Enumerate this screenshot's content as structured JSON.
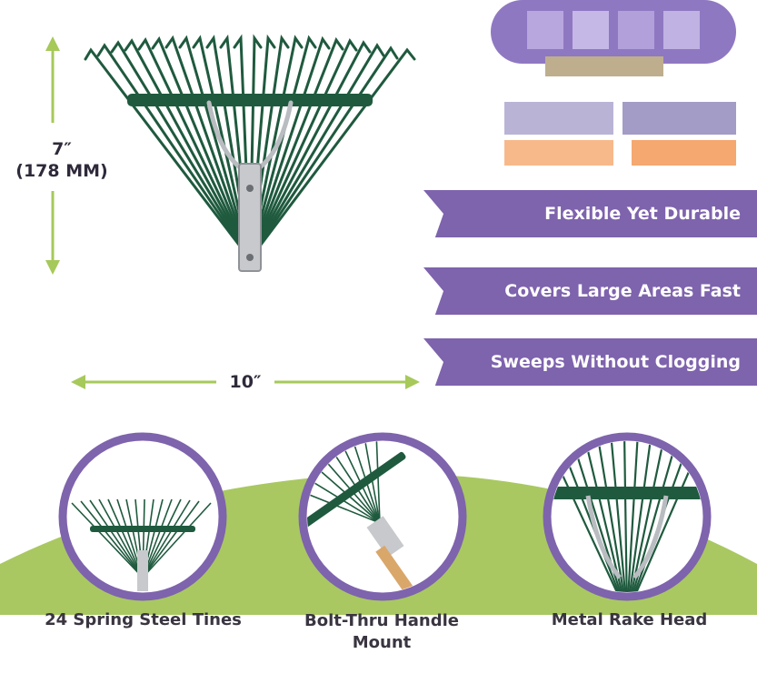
{
  "dimensions": {
    "height_label": "7″",
    "height_sub": "(178 MM)",
    "width_label": "10″"
  },
  "banners": [
    "Flexible Yet Durable",
    "Covers Large Areas Fast",
    "Sweeps Without Clogging"
  ],
  "features": [
    {
      "caption": "24 Spring Steel Tines"
    },
    {
      "caption": "Bolt-Thru Handle\nMount"
    },
    {
      "caption": "Metal Rake Head"
    }
  ],
  "colors": {
    "purple": "#7e63ad",
    "green_arrow": "#a6c95a",
    "green_hill": "#a9c862",
    "tine_green": "#1f5a3e",
    "text_dark": "#2f2a3a"
  }
}
